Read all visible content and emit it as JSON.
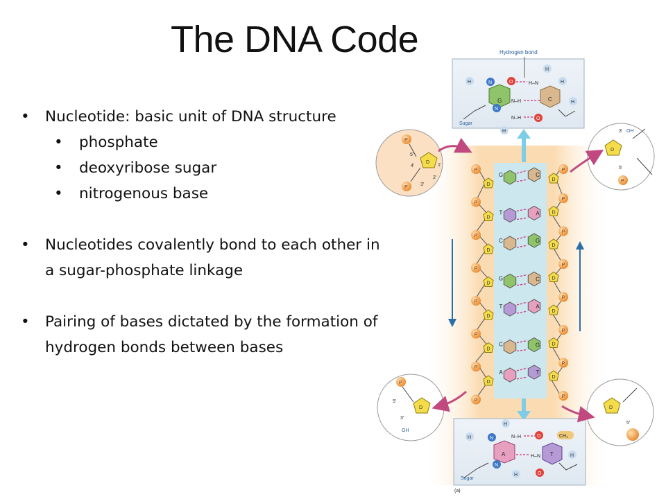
{
  "slide": {
    "title": "The DNA Code",
    "bullets": {
      "nucleotide": "Nucleotide:  basic unit of DNA structure",
      "sub_phosphate": "phosphate",
      "sub_sugar": "deoxyribose sugar",
      "sub_base": "nitrogenous base",
      "covalent": "Nucleotides covalently bond to each other in a sugar-phosphate linkage",
      "pairing": "Pairing of bases dictated by the formation of hydrogen bonds between bases"
    }
  },
  "diagram": {
    "hydrogen_bond_label": "Hydrogen bond",
    "sugar_label": "Sugar",
    "panel_label": "(a)",
    "base_pairs": [
      {
        "left": "G",
        "right": "C"
      },
      {
        "left": "T",
        "right": "A"
      },
      {
        "left": "C",
        "right": "G"
      },
      {
        "left": "G",
        "right": "C"
      },
      {
        "left": "T",
        "right": "A"
      },
      {
        "left": "C",
        "right": "G"
      },
      {
        "left": "A",
        "right": "T"
      }
    ],
    "labels": {
      "phosphate": "P",
      "deoxyribose": "D",
      "prime_5": "5′",
      "prime_4": "4′",
      "prime_3": "3′",
      "prime_2": "2′",
      "prime_1": "1′",
      "hydroxyl": "OH",
      "hydrogen": "H",
      "nitrogen": "N",
      "oxygen": "O",
      "methyl": "CH₃",
      "bond_nh": "N–H",
      "bond_hn": "H–N"
    },
    "colors": {
      "phosphate": "#f0a040",
      "deoxyribose": "#f4dc4a",
      "guanine": "#8fc46a",
      "cytosine": "#d9b88f",
      "thymine": "#b59ad6",
      "adenine": "#e8a0c0",
      "backbone_glow": "#fce3bf",
      "helix_core": "#c8e8f4",
      "hydrogen_bond": "#d0307a",
      "strand_arrow": "#2a6fa8",
      "callout_arrow": "#c04a80",
      "zoom_arrow": "#7ecde8"
    }
  }
}
